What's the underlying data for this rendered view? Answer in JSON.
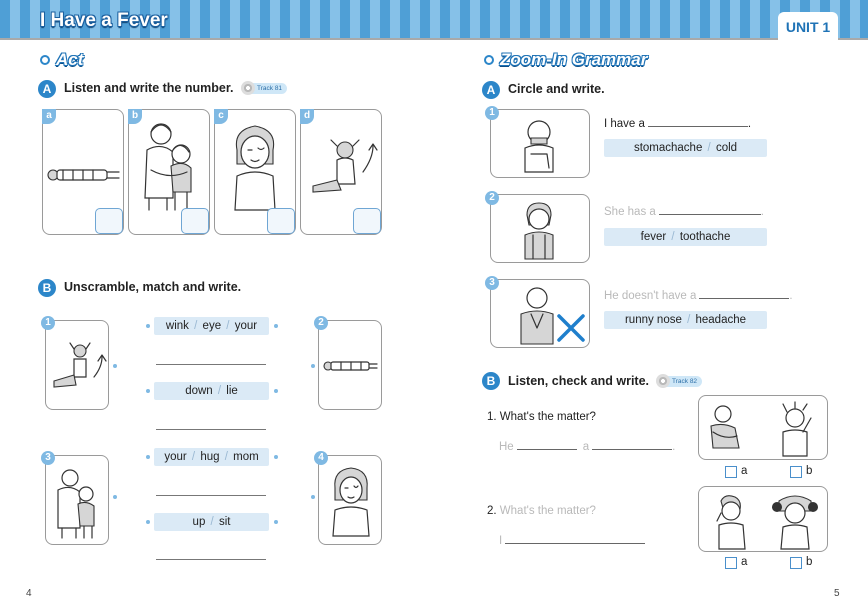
{
  "header": {
    "title": "I Have a Fever",
    "unit": "UNIT 1"
  },
  "act": {
    "title": "Act",
    "a": {
      "letter": "A",
      "instruction": "Listen and write the number.",
      "track": "Track 81",
      "pictures": [
        "a",
        "b",
        "c",
        "d"
      ]
    },
    "b": {
      "letter": "B",
      "instruction": "Unscramble, match and write.",
      "numbers": [
        "1",
        "2",
        "3",
        "4"
      ],
      "phrases": [
        {
          "w1": "wink",
          "w2": "eye",
          "w3": "your"
        },
        {
          "w1": "down",
          "w2": "lie"
        },
        {
          "w1": "your",
          "w2": "hug",
          "w3": "mom"
        },
        {
          "w1": "up",
          "w2": "sit"
        }
      ],
      "sep": "/"
    }
  },
  "grammar": {
    "title": "Zoom-In Grammar",
    "a": {
      "letter": "A",
      "instruction": "Circle and write.",
      "items": [
        {
          "num": "1",
          "sentence": "I have a",
          "opt1": "stomachache",
          "opt2": "cold"
        },
        {
          "num": "2",
          "sentence": "She has a",
          "opt1": "fever",
          "opt2": "toothache"
        },
        {
          "num": "3",
          "sentence": "He doesn't have a",
          "opt1": "runny nose",
          "opt2": "headache"
        }
      ],
      "period": "."
    },
    "b": {
      "letter": "B",
      "instruction": "Listen, check and write.",
      "track": "Track 82",
      "q1": {
        "question": "1. What's the matter?",
        "ans1": "He",
        "ans2": "a"
      },
      "q2": {
        "num": "2.",
        "question": "What's the matter?",
        "ans1": "I"
      },
      "choices": [
        "a",
        "b"
      ]
    }
  },
  "pages": {
    "left": "4",
    "right": "5"
  }
}
